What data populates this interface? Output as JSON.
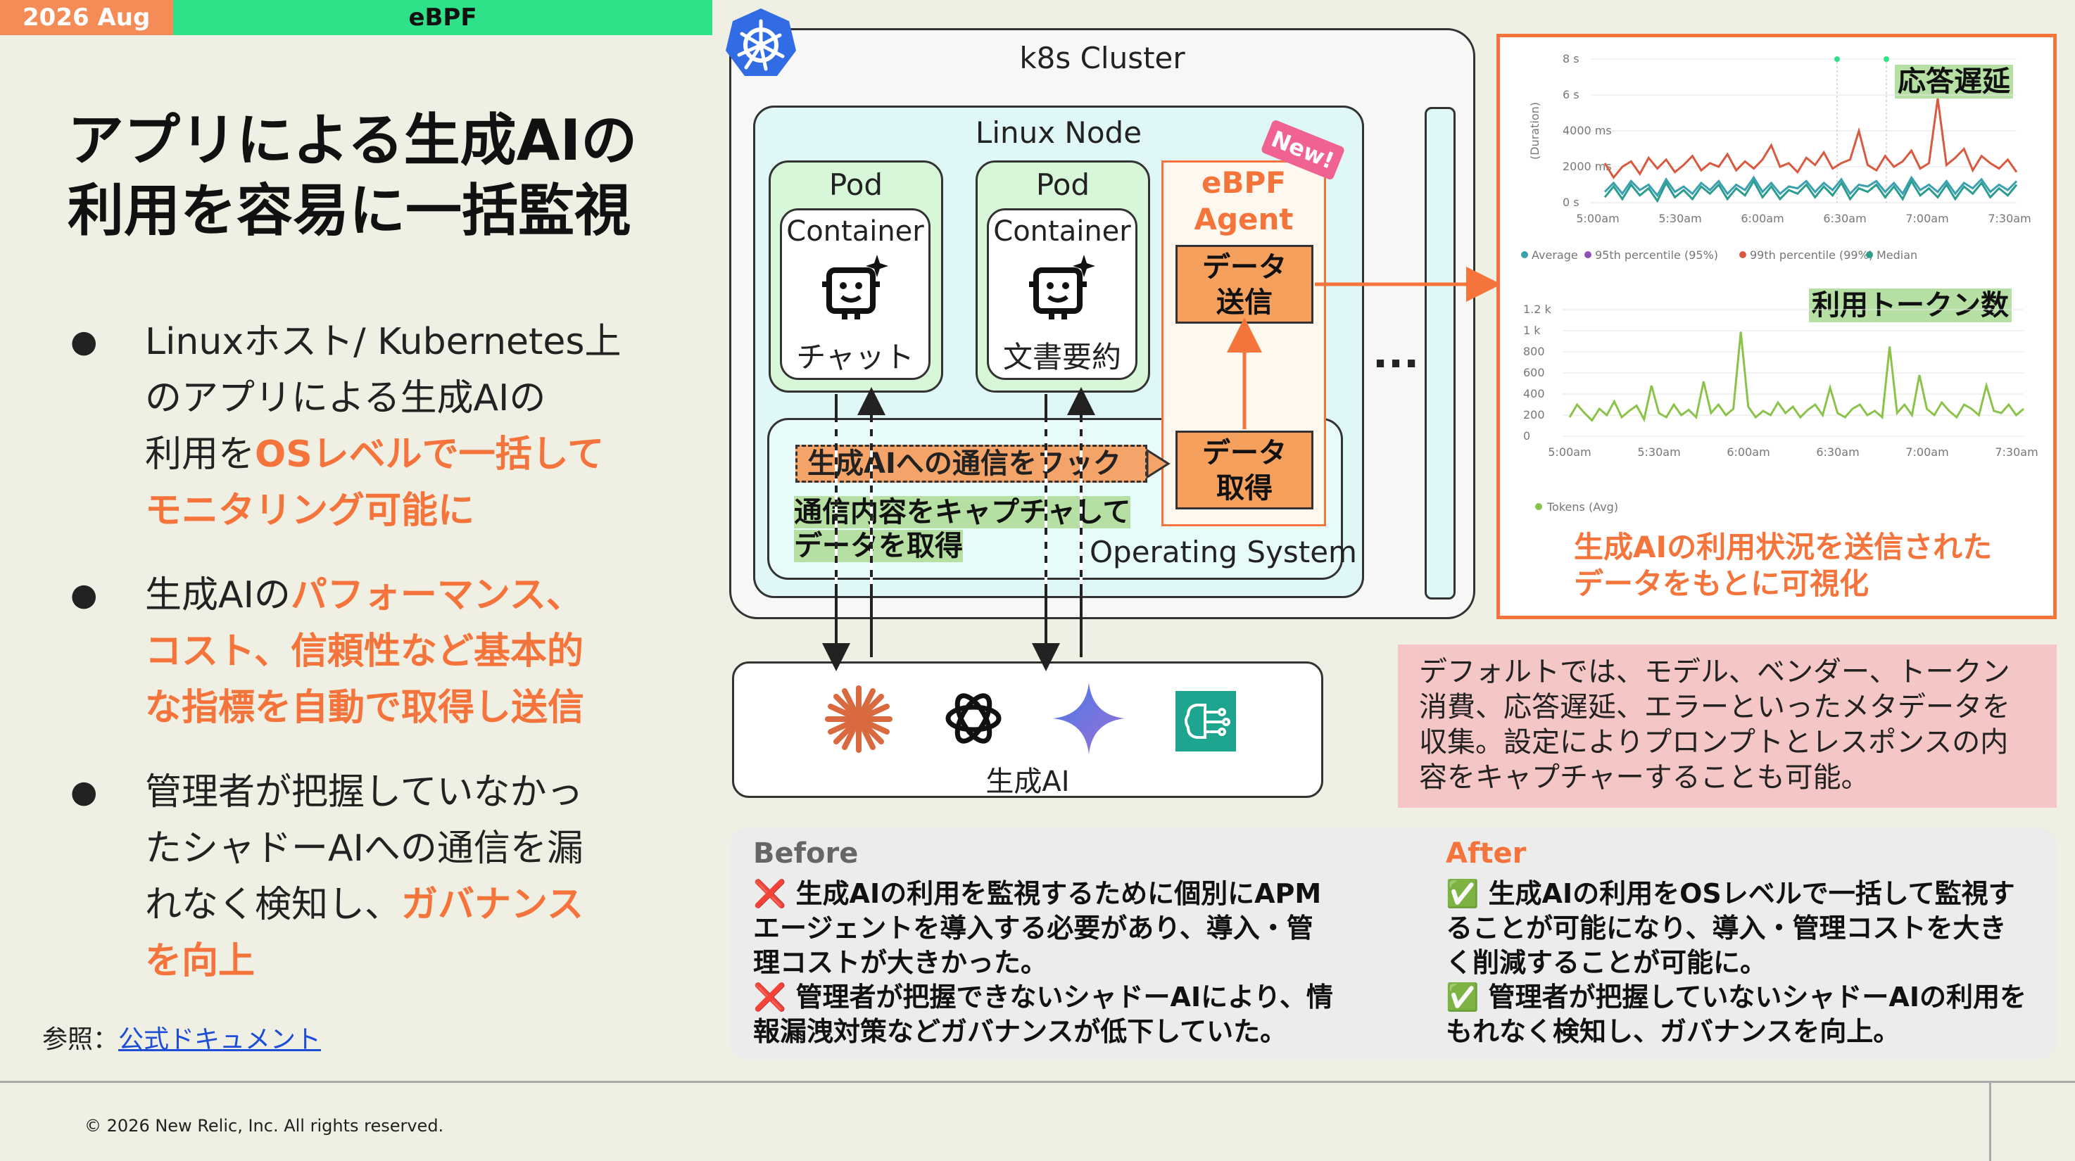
{
  "header": {
    "date": "2026 Aug",
    "topic": "eBPF"
  },
  "title": {
    "line1": "アプリによる生成AIの",
    "line2": "利用を容易に一括監視"
  },
  "bullets": [
    {
      "dot": "●",
      "lines": [
        [
          {
            "t": "Linuxホスト/ Kubernetes上"
          }
        ],
        [
          {
            "t": "のアプリによる生成AIの"
          }
        ],
        [
          {
            "t": "利用を"
          },
          {
            "t": "OSレベルで一括して",
            "hl": true
          }
        ],
        [
          {
            "t": "モニタリング可能に",
            "hl": true
          }
        ]
      ]
    },
    {
      "dot": "●",
      "lines": [
        [
          {
            "t": "生成AIの"
          },
          {
            "t": "パフォーマンス、",
            "hl": true
          }
        ],
        [
          {
            "t": "コスト、信頼性など基本的",
            "hl": true
          }
        ],
        [
          {
            "t": "な指標を自動で取得し送信",
            "hl": true
          }
        ]
      ]
    },
    {
      "dot": "●",
      "lines": [
        [
          {
            "t": "管理者が把握していなかっ"
          }
        ],
        [
          {
            "t": "たシャドーAIへの通信を漏"
          }
        ],
        [
          {
            "t": "れなく検知し、"
          },
          {
            "t": "ガバナンス",
            "hl": true
          }
        ],
        [
          {
            "t": "を向上",
            "hl": true
          }
        ]
      ]
    }
  ],
  "reference": {
    "label": "参照：",
    "link": "公式ドキュメント"
  },
  "diagram": {
    "cluster_label": "k8s Cluster",
    "node_label": "Linux Node",
    "pod_label": "Pod",
    "container_label": "Container",
    "pods": [
      {
        "app": "チャット"
      },
      {
        "app": "文書要約"
      }
    ],
    "ebpf_label_1": "eBPF",
    "ebpf_label_2": "Agent",
    "new_badge": "New!",
    "send_1": "データ",
    "send_2": "送信",
    "fetch_1": "データ",
    "fetch_2": "取得",
    "hook": "生成AIへの通信をフック",
    "capture_1": "通信内容をキャプチャして",
    "capture_2": "データを取得",
    "os_label": "Operating System",
    "ellipsis": "...",
    "genai_label": "生成AI"
  },
  "chart_data": [
    {
      "type": "line",
      "title": "応答遅延",
      "ylabel": "(Duration)",
      "y_ticks": [
        "8 s",
        "6 s",
        "4000 ms",
        "2000 ms",
        "0 s"
      ],
      "x": [
        "5:00am",
        "5:30am",
        "6:00am",
        "6:30am",
        "7:00am",
        "7:30am"
      ],
      "legend": [
        "Average",
        "95th percentile (95%)",
        "99th percentile (99%)",
        "Median"
      ],
      "colors": [
        "#3aa0b0",
        "#8e4fb0",
        "#d9593f",
        "#2a9d8f"
      ],
      "series": [
        {
          "name": "99th percentile (99%)",
          "values": [
            2.2,
            1.4,
            2.0,
            2.3,
            1.6,
            2.5,
            1.9,
            2.4,
            1.7,
            2.1,
            2.6,
            1.8,
            2.2,
            2.0,
            2.7,
            1.8,
            2.3,
            1.9,
            2.4,
            3.2,
            2.0,
            2.2,
            1.7,
            2.5,
            2.1,
            2.8,
            1.9,
            2.2,
            2.4,
            4.0,
            2.1,
            1.8,
            2.6,
            2.0,
            2.3,
            2.9,
            1.9,
            2.2,
            5.8,
            2.1,
            2.5,
            3.0,
            1.8,
            2.6,
            2.2,
            1.9,
            2.4,
            1.7
          ]
        },
        {
          "name": "Median",
          "values": [
            0.3,
            0.9,
            0.2,
            1.0,
            0.4,
            0.8,
            0.1,
            1.1,
            0.3,
            0.7,
            0.2,
            0.9,
            0.5,
            1.0,
            0.2,
            0.8,
            0.4,
            1.2,
            0.3,
            0.9,
            0.2,
            0.7,
            0.5,
            1.0,
            0.3,
            0.9,
            0.4,
            1.1,
            0.2,
            0.8,
            0.6,
            1.0,
            0.3,
            0.9,
            0.2,
            1.2,
            0.4,
            0.8,
            0.3,
            1.0,
            0.2,
            0.9,
            0.5,
            1.1,
            0.3,
            0.8,
            0.4,
            1.0
          ]
        },
        {
          "name": "Average",
          "values": [
            0.6,
            1.1,
            0.5,
            1.2,
            0.7,
            1.0,
            0.4,
            1.3,
            0.6,
            0.9,
            0.5,
            1.1,
            0.7,
            1.2,
            0.5,
            1.0,
            0.7,
            1.4,
            0.6,
            1.1,
            0.5,
            0.9,
            0.8,
            1.2,
            0.6,
            1.1,
            0.7,
            1.3,
            0.5,
            1.0,
            0.9,
            1.2,
            0.6,
            1.1,
            0.5,
            1.4,
            0.7,
            1.0,
            0.6,
            1.2,
            0.5,
            1.1,
            0.8,
            1.3,
            0.6,
            1.0,
            0.7,
            1.2
          ]
        }
      ]
    },
    {
      "type": "line",
      "title": "利用トークン数",
      "y_ticks": [
        "1.2 k",
        "1 k",
        "800",
        "600",
        "400",
        "200",
        "0"
      ],
      "x": [
        "5:00am",
        "5:30am",
        "6:00am",
        "6:30am",
        "7:00am",
        "7:30am"
      ],
      "legend": [
        "Tokens (Avg)"
      ],
      "colors": [
        "#8bc34a"
      ],
      "ylim": [
        0,
        1200
      ],
      "series": [
        {
          "name": "Tokens (Avg)",
          "values": [
            180,
            300,
            220,
            150,
            260,
            200,
            330,
            180,
            240,
            290,
            160,
            480,
            220,
            180,
            300,
            200,
            250,
            180,
            520,
            220,
            300,
            200,
            260,
            990,
            280,
            180,
            240,
            200,
            320,
            220,
            280,
            180,
            250,
            300,
            200,
            460,
            220,
            180,
            260,
            300,
            200,
            240,
            180,
            850,
            220,
            300,
            200,
            580,
            260,
            200,
            320,
            240,
            180,
            300,
            260,
            200,
            480,
            240,
            220,
            300,
            200,
            260
          ]
        }
      ]
    }
  ],
  "chart_caption": {
    "line1": "生成AIの利用状況を送信された",
    "line2": "データをもとに可視化"
  },
  "note": {
    "lines": [
      "デフォルトでは、モデル、ベンダー、トークン",
      "消費、応答遅延、エラーといったメタデータを",
      "収集。設定によりプロンプトとレスポンスの内",
      "容をキャプチャーすることも可能。"
    ]
  },
  "before": {
    "heading": "Before",
    "lines": [
      "❌ 生成AIの利用を監視するために個別にAPM",
      "エージェントを導入する必要があり、導入・管",
      "理コストが大きかった。",
      "❌ 管理者が把握できないシャドーAIにより、情",
      "報漏洩対策などガバナンスが低下していた。"
    ]
  },
  "after": {
    "heading": "After",
    "lines": [
      "✅ 生成AIの利用をOSレベルで一括して監視す",
      "ることが可能になり、導入・管理コストを大き",
      "く削減することが可能に。",
      "✅ 管理者が把握していないシャドーAIの利用を",
      "もれなく検知し、ガバナンスを向上。"
    ]
  },
  "footer": {
    "copyright": "© 2026 New Relic, Inc. All rights reserved."
  },
  "colors": {
    "accent": "#f5743b",
    "green": "#2fe28a",
    "highlight_green": "#b5dfa3",
    "note_bg": "#f5c6c6",
    "teal_arrow": "#22c4cf"
  }
}
